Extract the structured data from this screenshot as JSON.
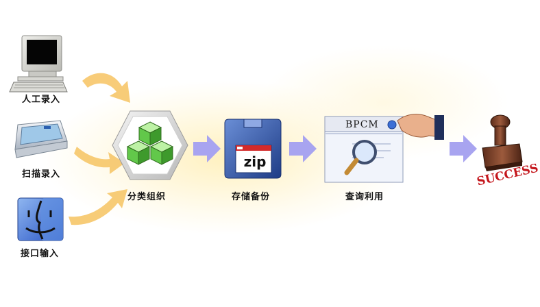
{
  "inputs": [
    {
      "label": "人工录入",
      "icon": "computer-icon"
    },
    {
      "label": "扫描录入",
      "icon": "scanner-icon"
    },
    {
      "label": "接口输入",
      "icon": "mac-finder-icon"
    }
  ],
  "steps": [
    {
      "label": "分类组织",
      "icon": "cubes-icon"
    },
    {
      "label": "存储备份",
      "icon": "zip-disk-icon"
    },
    {
      "label": "查询利用",
      "icon": "search-window-icon"
    }
  ],
  "zip_text": "zip",
  "bpcm_text": "BPCM",
  "success_text": "SUCCESS",
  "colors": {
    "flow_arrow": "#a8a4f0",
    "input_arrow": "#f7c76a",
    "success_red": "#c4161c"
  }
}
